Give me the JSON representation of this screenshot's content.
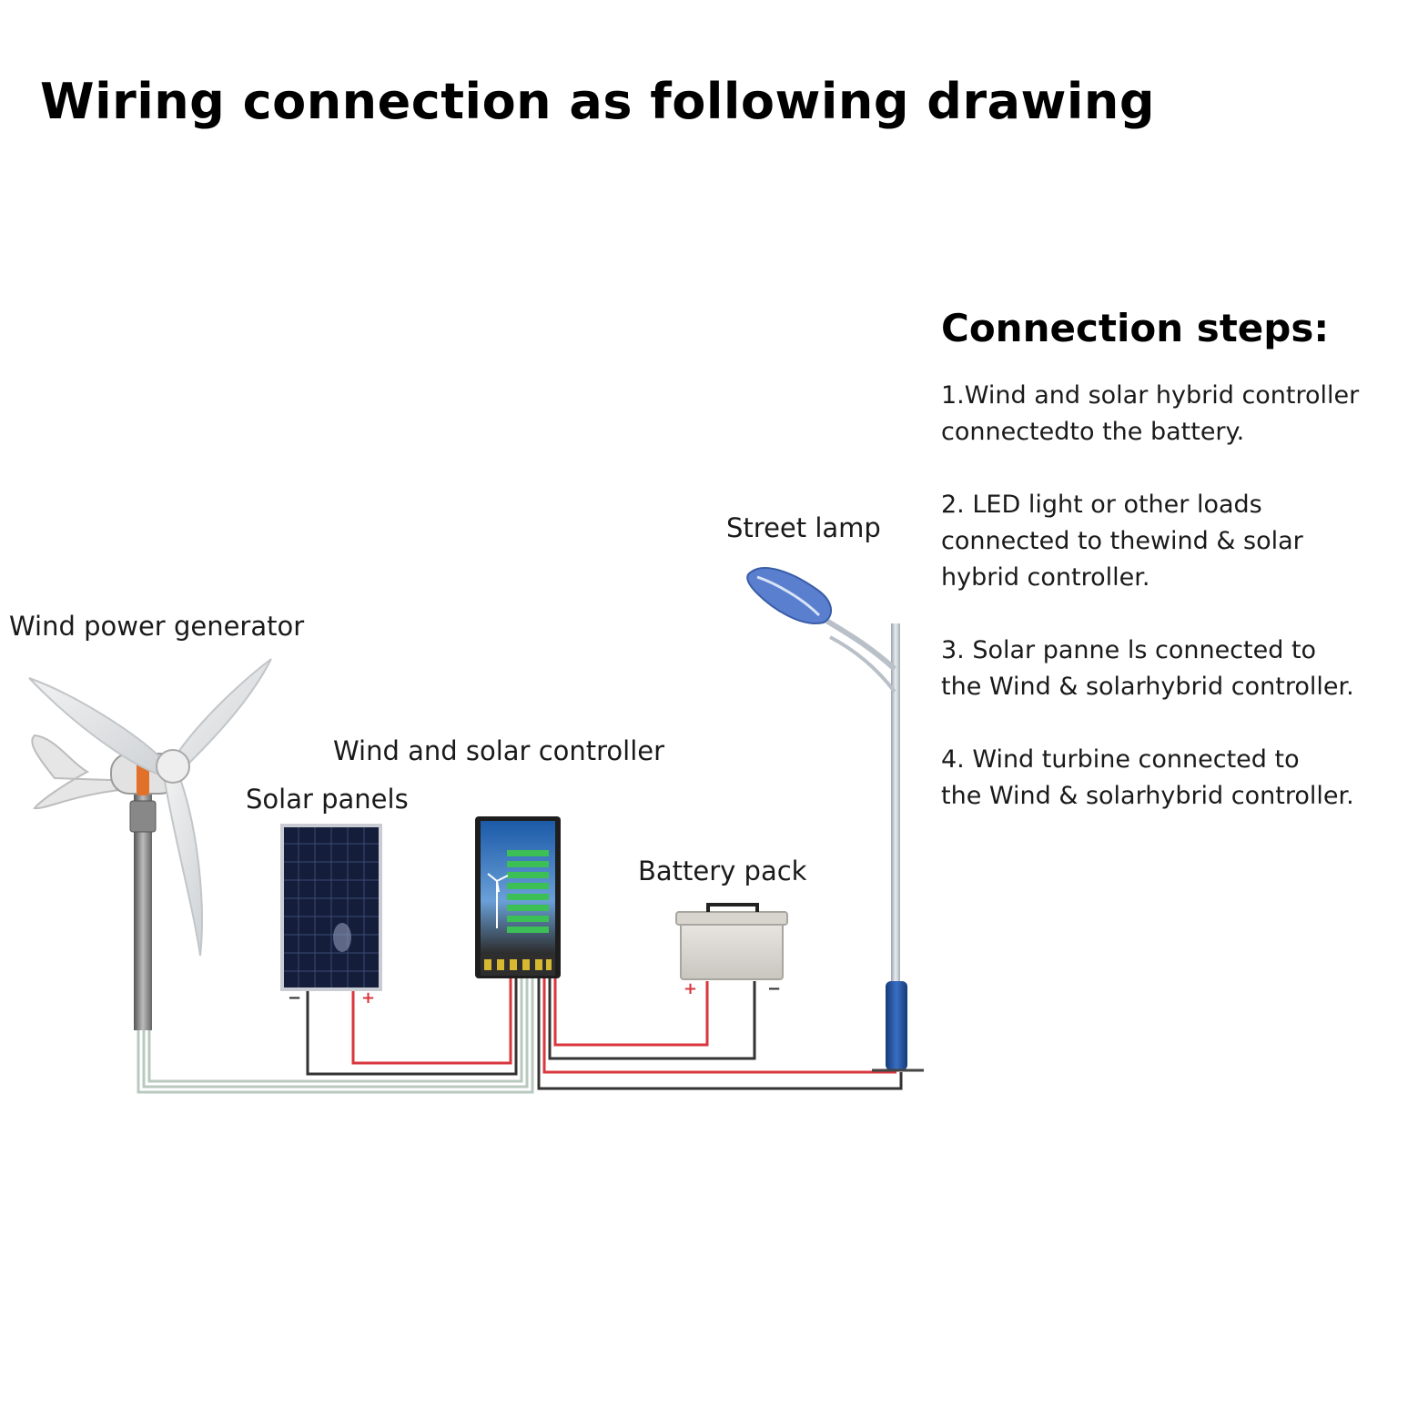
{
  "title": "Wiring connection as following drawing",
  "labels": {
    "wind_generator": "Wind power generator",
    "controller": "Wind and solar controller",
    "solar_panels": "Solar panels",
    "battery": "Battery pack",
    "street_lamp": "Street lamp"
  },
  "terminals": {
    "solar_negative": "−",
    "solar_positive": "+",
    "battery_positive": "+",
    "battery_negative": "−"
  },
  "steps": {
    "title": "Connection steps:",
    "items": [
      "1.Wind and solar hybrid controller\nconnectedto the battery.",
      "2. LED light or other loads\nconnected to thewind & solar\nhybrid controller.",
      "3. Solar panne ls connected to\nthe Wind & solarhybrid controller.",
      "4. Wind turbine connected to\nthe Wind & solarhybrid controller."
    ]
  },
  "colors": {
    "positive_wire": "#d9363e",
    "negative_wire": "#333333",
    "turbine_wire": "#b9c9bf",
    "turbine_hub_accent": "#e0702a",
    "lamp_post_base": "#1f4f9c",
    "controller_panel": "#1c5aa8",
    "controller_screen": "#3cbf55"
  }
}
